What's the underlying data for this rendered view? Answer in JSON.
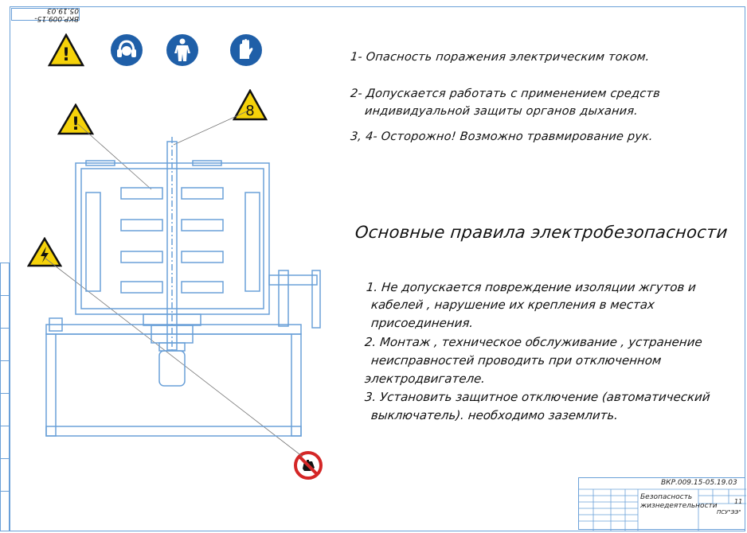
{
  "drawing": {
    "top_stamp": "ВКР.009.15-05.19.03",
    "safety_notes": [
      "1- Опасность поражения электрическим током.",
      "2- Допускается работать с применением средств",
      "индивидуальной защиты органов дыхания.",
      "3, 4- Осторожно! Возможно травмирование рук."
    ],
    "heading": "Основные правила электробезопасности",
    "rules": [
      "1. Не допускается повреждение изоляции жгутов и",
      "кабелей , нарушение их крепления в местах",
      "присоединения.",
      "2. Монтаж , техническое обслуживание , устранение",
      "неисправностей проводить при отключенном",
      "электродвигателе.",
      "3. Установить защитное отключение (автоматический",
      "выключатель).  необходимо заземлить."
    ],
    "sign_labels": {
      "warning_top": "!",
      "warning_left": "!",
      "warning_hand": "8"
    }
  },
  "title_block": {
    "code": "ВКР.009.15-05.19.03",
    "name_line1": "Безопасность",
    "name_line2": "жизнедеятельности",
    "sheet": "11",
    "group": "ПСУ\"ЭЭ\""
  },
  "colors": {
    "drawing_line": "#6aa0d8",
    "warning_yellow": "#f5d20a",
    "mandatory_blue": "#1f5fa8",
    "prohibition_red": "#d42626"
  }
}
